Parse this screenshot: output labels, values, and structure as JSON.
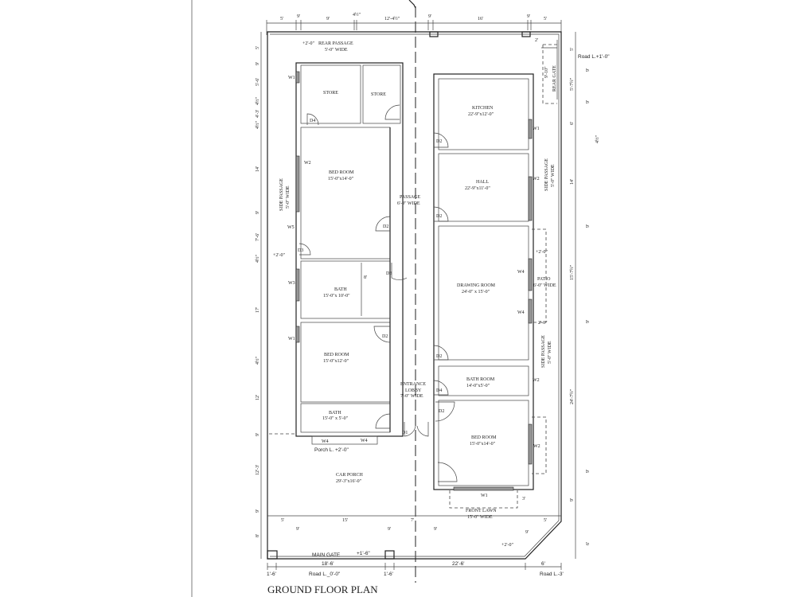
{
  "title": "GROUND FLOOR PLAN",
  "rooms": {
    "rear_passage": {
      "name": "REAR PASSAGE",
      "size": "5'-0\" WIDE",
      "level": "+2'-0\""
    },
    "store1": {
      "name": "STORE"
    },
    "store2": {
      "name": "STORE"
    },
    "bedroom1": {
      "name": "BED ROOM",
      "size": "15'-0\"x14'-0\""
    },
    "bath1": {
      "name": "BATH",
      "size": "15'-0\"x 10'-0\""
    },
    "bedroom2": {
      "name": "BED ROOM",
      "size": "15'-0\"x12'-0\""
    },
    "bath2": {
      "name": "BATH",
      "size": "15'-0\" x 5'-0\""
    },
    "passage": {
      "name": "PASSAGE",
      "size": "6'-0\" WIDE"
    },
    "entrance": {
      "name": "ENTRANCE",
      "name2": "LOBBY",
      "size": "7'-0\" WIDE"
    },
    "kitchen": {
      "name": "KITCHEN",
      "size": "22'-9\"x12'-0\""
    },
    "hall": {
      "name": "HALL",
      "size": "22'-9\"x11'-0\""
    },
    "drawing": {
      "name": "DRAWING ROOM",
      "size": "24'-0\" x 15'-0\""
    },
    "bathroom": {
      "name": "BATH ROOM",
      "size": "14'-0\"x5'-0\""
    },
    "bedroom3": {
      "name": "BED ROOM",
      "size": "15'-0\"x14'-0\""
    },
    "patio": {
      "name": "PATIO",
      "size": "6'-0\" WIDE",
      "level": "+2'-0\"",
      "dim": "2'-0\""
    },
    "car_porch": {
      "name": "CAR PORCH",
      "size": "29'-3\"x16'-0\""
    },
    "front_lawn": {
      "name": "FRONT LAWN",
      "size": "15'-0\" WIDE"
    },
    "side_passage_left": {
      "name": "SIDE PASSAGE",
      "size": "5'-0\" WIDE"
    },
    "side_passage_right": {
      "name": "SIDE PASSAGE",
      "size": "5'-0\" WIDE"
    },
    "side_passage_right2": {
      "name": "SIDE PASSAGE",
      "size": "5'-0\" WIDE"
    },
    "rear_gate": {
      "name": "REAR GATE",
      "dim": "9'-10\"",
      "dim2": "2'"
    },
    "main_gate": {
      "name": "MAIN GATE",
      "level": "+1'-6\""
    },
    "porch_level": "Porch L. +2'-0\"",
    "left_level": "+2'-0\"",
    "front_level": "+2'-0\""
  },
  "tags": {
    "W1": "W1",
    "W2": "W2",
    "W3": "W3",
    "W4": "W4",
    "W5": "W5",
    "D1": "D1",
    "D2": "D2",
    "D3": "D3",
    "D4": "D4",
    "bath_dim": "8'",
    "lawn_dim": "3'"
  },
  "dims_top": [
    "5'",
    "9'",
    "9'",
    "4½\"",
    "12'-4½\"",
    "9'",
    "16'",
    "9'",
    "5'"
  ],
  "dims_left": [
    "5'",
    "9'",
    "5'-6'",
    "4½\"",
    "4'-3'",
    "4½\"",
    "14'",
    "9'",
    "7'-6'",
    "4½\"",
    "17'",
    "4½\"",
    "12'",
    "9'",
    "12'-3'",
    "9'",
    "8'"
  ],
  "dims_right": [
    "5'",
    "9'",
    "5'-7½\"",
    "9'",
    "6'",
    "4½\"",
    "14'",
    "9'",
    "15'-7½\"",
    "9'",
    "24'-7½\"",
    "9'",
    "9'",
    "6'"
  ],
  "dims_lawn": [
    "5'",
    "15'",
    "7'",
    "5'",
    "9'",
    "9'",
    "9'",
    "9'"
  ],
  "dims_bottom": [
    "1'-6'",
    "18'-6'",
    "1'-6'",
    "22'-6'",
    "6'"
  ],
  "roads": {
    "rear": "Road L.+1'-0\"",
    "front_left": "Road L._0'-0\"",
    "front_right": "Road L.-3'"
  }
}
